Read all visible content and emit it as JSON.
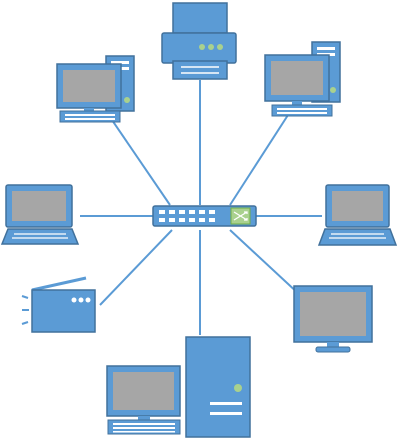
{
  "diagram": {
    "type": "star-topology",
    "hub": {
      "icon": "network-switch-icon"
    },
    "nodes": [
      {
        "id": "printer",
        "icon": "printer-icon"
      },
      {
        "id": "desktop-top-left",
        "icon": "desktop-computer-icon"
      },
      {
        "id": "desktop-top-right",
        "icon": "desktop-computer-icon"
      },
      {
        "id": "laptop-left",
        "icon": "laptop-icon"
      },
      {
        "id": "laptop-right",
        "icon": "laptop-icon"
      },
      {
        "id": "wireless-router",
        "icon": "wireless-router-icon"
      },
      {
        "id": "monitor",
        "icon": "monitor-icon"
      },
      {
        "id": "server",
        "icon": "server-tower-icon"
      },
      {
        "id": "desktop-bottom",
        "icon": "desktop-computer-icon"
      }
    ]
  },
  "colors": {
    "device_fill": "#5b9bd5",
    "device_stroke": "#41719c",
    "screen": "#a6a6a6",
    "led": "#a9d18e",
    "switch_accent": "#70ad47",
    "link": "#5b9bd5",
    "background": "#ffffff"
  }
}
